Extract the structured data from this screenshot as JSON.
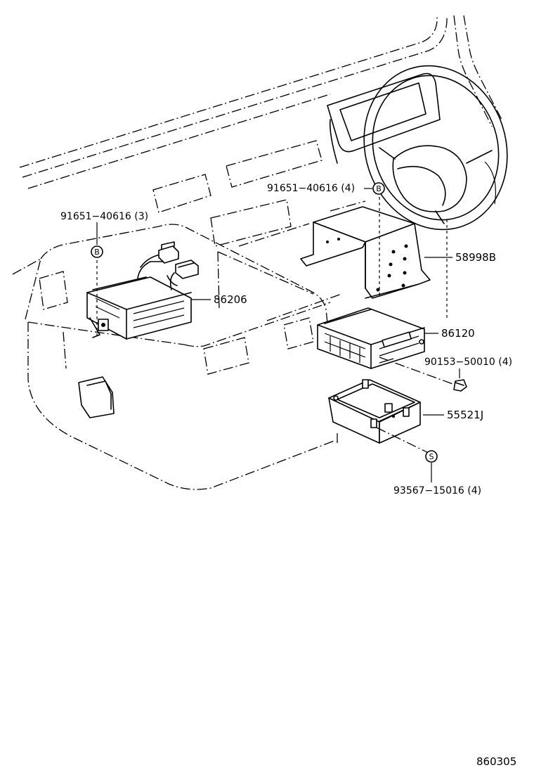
{
  "parts": {
    "p_91651_b_upper": "91651−40616 (4)",
    "p_91651_b_left": "91651−40616 (3)",
    "p_58998b": "58998B",
    "p_86206": "86206",
    "p_86120": "86120",
    "p_90153": "90153−50010 (4)",
    "p_55521j": "55521J",
    "p_93567": "93567−15016 (4)"
  },
  "markers": {
    "b_upper": "B",
    "b_left": "B",
    "s": "S"
  },
  "figure_code": "860305"
}
